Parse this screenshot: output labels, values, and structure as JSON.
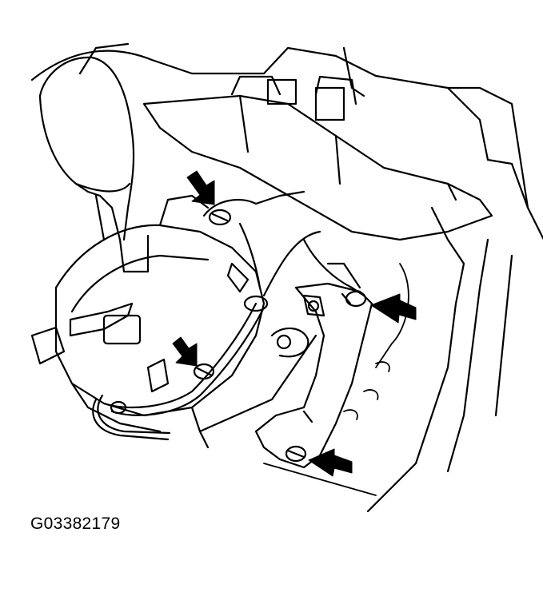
{
  "figure": {
    "id_label": "G03382179"
  },
  "colors": {
    "line": "#000000",
    "background": "#ffffff",
    "shade": "#d9d9d9"
  },
  "callouts": [
    {
      "name": "upper-left-bolt-arrow",
      "icon": "arrow-down-right-icon"
    },
    {
      "name": "right-bolt-arrow",
      "icon": "arrow-left-icon"
    },
    {
      "name": "center-bolt-arrow",
      "icon": "arrow-down-right-icon"
    },
    {
      "name": "lower-right-bolt-arrow",
      "icon": "arrow-left-icon"
    }
  ]
}
